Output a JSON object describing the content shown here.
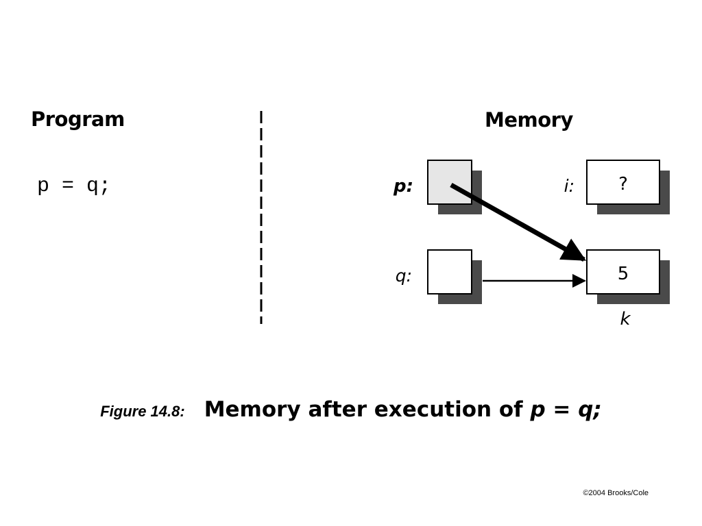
{
  "headings": {
    "program": "Program",
    "memory": "Memory"
  },
  "program": {
    "code": "p = q;"
  },
  "memory": {
    "variables": [
      {
        "name": "p:",
        "value": "",
        "style": "bold-italic",
        "fill": "#e6e6e6"
      },
      {
        "name": "q:",
        "value": "",
        "style": "italic",
        "fill": "#ffffff"
      },
      {
        "name": "i:",
        "value": "?",
        "style": "italic",
        "fill": "#ffffff"
      },
      {
        "name": "",
        "value": "5",
        "style": "italic",
        "fill": "#ffffff",
        "below_label": "k"
      }
    ],
    "pointers": [
      {
        "from": "p:",
        "to": "k",
        "weight": "thick"
      },
      {
        "from": "q:",
        "to": "k",
        "weight": "thin"
      }
    ],
    "shadow_color": "#4a4a4a"
  },
  "caption": {
    "label": "Figure 14.8:",
    "text": "Memory after execution of ",
    "code": "p = q;"
  },
  "copyright": "©2004 Brooks/Cole"
}
